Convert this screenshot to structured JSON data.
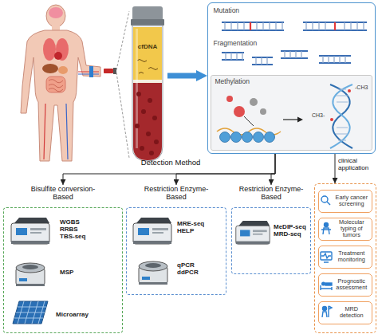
{
  "diagram": {
    "nodes": [
      {
        "text": [
          "cfDNA"
        ]
      },
      {
        "text": []
      },
      {
        "text": [
          "Mutation"
        ],
        "in": 1
      },
      {
        "text": [
          "Fragmentation"
        ],
        "in": 1
      },
      {
        "text": [
          "Methylation"
        ],
        "in": 1
      },
      {
        "text": [
          "Bisulfite conversion-Based",
          "WGBS RRBS TBS-seq",
          "MSP",
          "Microarray"
        ]
      },
      {
        "text": [
          "Restriction Enzyme-Based",
          "MRE-seq HELP",
          "qPCR ddPCR"
        ]
      },
      {
        "text": [
          "Restriction Enzyme-Based",
          "MeDIP-seq MRD-seq"
        ]
      },
      {
        "text": []
      },
      {
        "text": [
          "Early cancer screening"
        ],
        "in": 8
      },
      {
        "text": [
          "Molecular typing of tumors"
        ],
        "in": 8
      },
      {
        "text": [
          "Treatment monitoring"
        ],
        "in": 8
      },
      {
        "text": [
          "Prognostic assessment"
        ],
        "in": 8
      },
      {
        "text": [
          "MRD detection"
        ],
        "in": 8
      }
    ],
    "edges": [
      {
        "from": 0,
        "to": 1,
        "arrow": "to"
      },
      {
        "from": 1,
        "to": 5,
        "arrow": "to"
      },
      {
        "from": 1,
        "to": 6,
        "arrow": "to"
      },
      {
        "from": 1,
        "to": 7,
        "arrow": "to"
      },
      {
        "from": 1,
        "to": 8,
        "arrow": "to"
      }
    ],
    "labels": [
      "-CH3",
      "CH3-",
      "Detection Method",
      "clinical application"
    ]
  }
}
